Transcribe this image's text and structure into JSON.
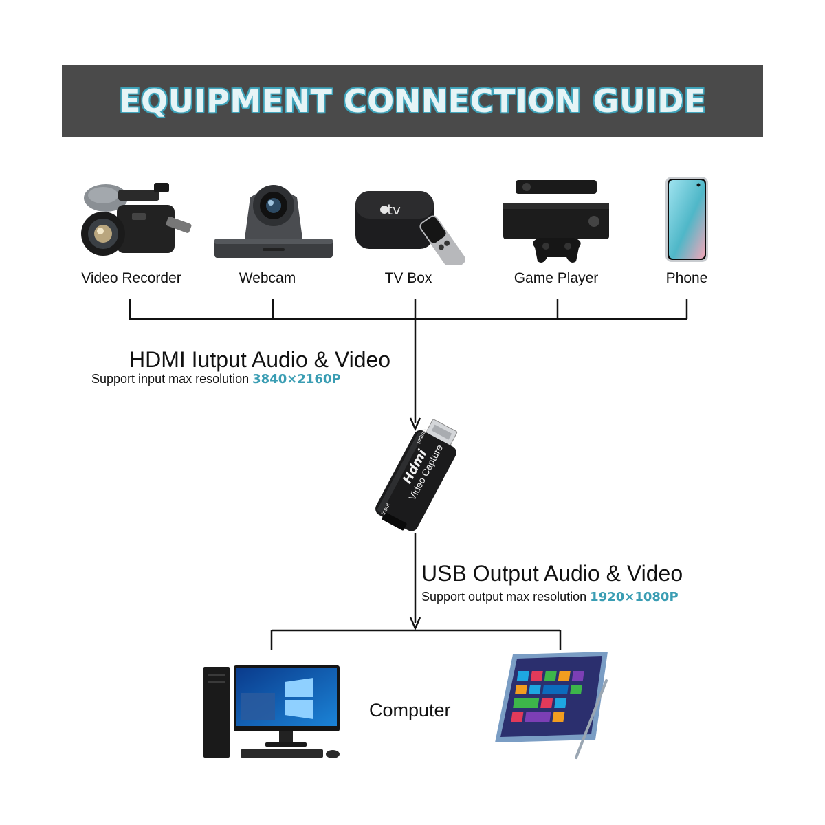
{
  "banner": {
    "title": "EQUIPMENT CONNECTION GUIDE"
  },
  "devices": [
    {
      "label": "Video Recorder",
      "icon": "video-recorder-icon"
    },
    {
      "label": "Webcam",
      "icon": "webcam-icon"
    },
    {
      "label": "TV Box",
      "icon": "tv-box-icon"
    },
    {
      "label": "Game Player",
      "icon": "game-console-icon"
    },
    {
      "label": "Phone",
      "icon": "phone-icon"
    }
  ],
  "input": {
    "title": "HDMI Iutput Audio & Video",
    "subtitle": "Support input max resolution",
    "resolution": "3840×2160P"
  },
  "capture_device": {
    "brand": "Hdmi",
    "name": "Video Capture",
    "output_port": "Output",
    "input_port": "Input",
    "icon": "hdmi-capture-dongle-icon"
  },
  "output": {
    "title": "USB Output Audio & Video",
    "subtitle": "Support output max resolution",
    "resolution": "1920×1080P"
  },
  "targets": {
    "label": "Computer",
    "icons": [
      "desktop-computer-icon",
      "tablet-icon"
    ]
  },
  "colors": {
    "banner_bg": "#4a4a4a",
    "accent": "#3a9db3",
    "line": "#111111"
  }
}
